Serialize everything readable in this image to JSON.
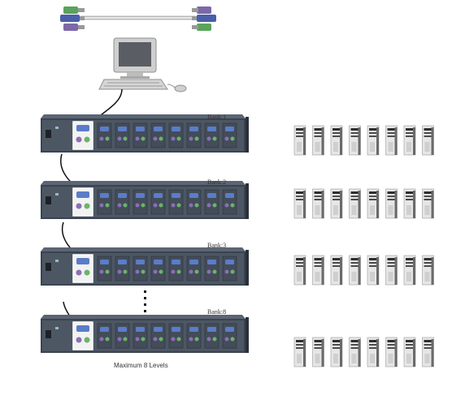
{
  "diagram": {
    "caption": "Maximum 8 Levels",
    "banks": [
      {
        "label": "Bank:1"
      },
      {
        "label": "Bank:2"
      },
      {
        "label": "Bank:3"
      },
      {
        "label": "Bank:8"
      }
    ],
    "ports_per_bank": 8,
    "servers_per_row": 8,
    "colors": {
      "switch_body": "#3a4350",
      "switch_face": "#4d5764",
      "port_blue": "#5b7cc9",
      "port_green": "#6bb36b",
      "port_purple": "#8a6fb5",
      "server_body": "#e6e6e6",
      "server_dark": "#6a6a6a"
    },
    "icons": {
      "cable": "kvm-cable-icon",
      "monitor": "monitor-icon",
      "keyboard": "keyboard-icon",
      "mouse": "mouse-icon",
      "switch": "kvm-switch-icon",
      "server": "server-tower-icon"
    }
  }
}
